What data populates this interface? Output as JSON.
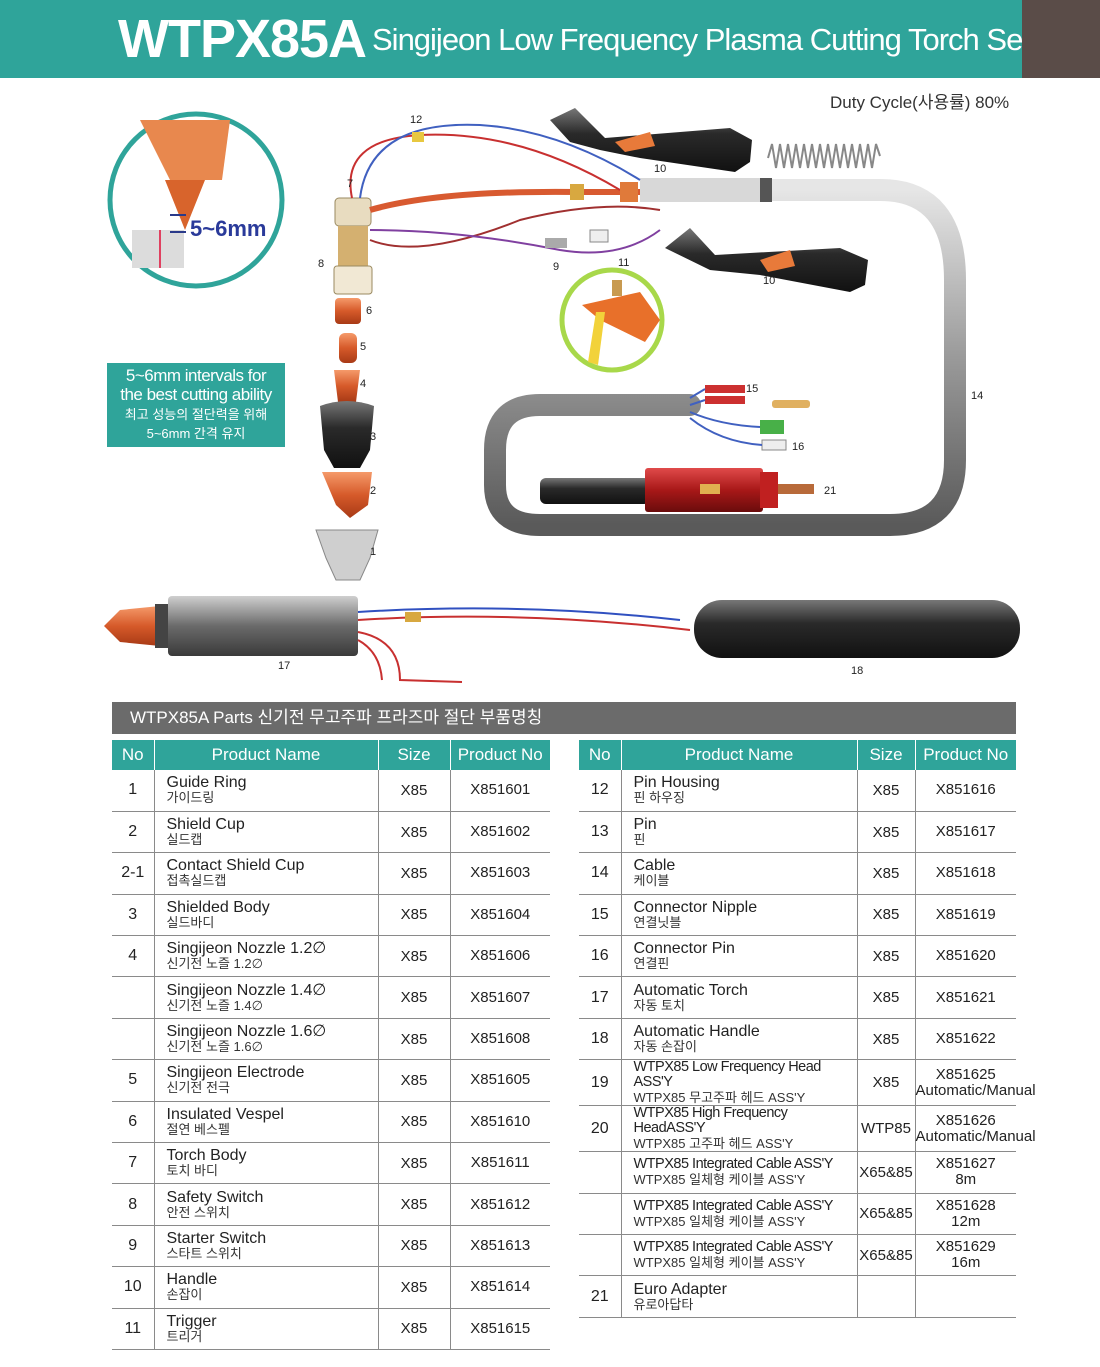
{
  "header": {
    "model": "WTPX85A",
    "subtitle": "Singijeon Low Frequency Plasma Cutting Torch Set",
    "accent_color": "#2fa49a",
    "dark_color": "#5a4c48"
  },
  "duty_cycle": "Duty Cycle(사용률) 80%",
  "diagram": {
    "gap_label": "5~6mm",
    "info_en_1": "5~6mm intervals for",
    "info_en_2": "the best cutting ability",
    "info_kr_1": "최고 성능의 절단력을 위해",
    "info_kr_2": "5~6mm 간격 유지",
    "callouts": [
      "1",
      "2",
      "3",
      "4",
      "5",
      "6",
      "7",
      "8",
      "9",
      "10",
      "10",
      "11",
      "12",
      "14",
      "15",
      "16",
      "17",
      "18",
      "21"
    ]
  },
  "section_title": "WTPX85A Parts 신기전 무고주파  프라즈마 절단 부품명칭",
  "table_headers": {
    "no": "No",
    "name": "Product Name",
    "size": "Size",
    "pno": "Product No"
  },
  "left_rows": [
    {
      "no": "1",
      "en": "Guide Ring",
      "kr": "가이드링",
      "size": "X85",
      "pno": "X851601",
      "pno2": ""
    },
    {
      "no": "2",
      "en": "Shield Cup",
      "kr": "실드캡",
      "size": "X85",
      "pno": "X851602",
      "pno2": ""
    },
    {
      "no": "2-1",
      "en": "Contact Shield Cup",
      "kr": "접촉실드캡",
      "size": "X85",
      "pno": "X851603",
      "pno2": ""
    },
    {
      "no": "3",
      "en": "Shielded Body",
      "kr": "실드바디",
      "size": "X85",
      "pno": "X851604",
      "pno2": ""
    },
    {
      "no": "4",
      "en": "Singijeon Nozzle 1.2∅",
      "kr": "신기전  노즐 1.2∅",
      "size": "X85",
      "pno": "X851606",
      "pno2": ""
    },
    {
      "no": "",
      "en": "Singijeon Nozzle 1.4∅",
      "kr": "신기전  노즐 1.4∅",
      "size": "X85",
      "pno": "X851607",
      "pno2": ""
    },
    {
      "no": "",
      "en": "Singijeon Nozzle 1.6∅",
      "kr": "신기전  노즐 1.6∅",
      "size": "X85",
      "pno": "X851608",
      "pno2": ""
    },
    {
      "no": "5",
      "en": "Singijeon Electrode",
      "kr": "신기전  전극",
      "size": "X85",
      "pno": "X851605",
      "pno2": ""
    },
    {
      "no": "6",
      "en": "Insulated Vespel",
      "kr": "절연 베스펠",
      "size": "X85",
      "pno": "X851610",
      "pno2": ""
    },
    {
      "no": "7",
      "en": "Torch Body",
      "kr": "토치 바디",
      "size": "X85",
      "pno": "X851611",
      "pno2": ""
    },
    {
      "no": "8",
      "en": "Safety Switch",
      "kr": "안전 스위치",
      "size": "X85",
      "pno": "X851612",
      "pno2": ""
    },
    {
      "no": "9",
      "en": "Starter Switch",
      "kr": "스타트 스위치",
      "size": "X85",
      "pno": "X851613",
      "pno2": ""
    },
    {
      "no": "10",
      "en": "Handle",
      "kr": "손잡이",
      "size": "X85",
      "pno": "X851614",
      "pno2": ""
    },
    {
      "no": "11",
      "en": "Trigger",
      "kr": "트리거",
      "size": "X85",
      "pno": "X851615",
      "pno2": ""
    }
  ],
  "right_rows": [
    {
      "no": "12",
      "en": "Pin Housing",
      "kr": "핀 하우징",
      "size": "X85",
      "pno": "X851616",
      "pno2": "",
      "small": false
    },
    {
      "no": "13",
      "en": "Pin",
      "kr": "핀",
      "size": "X85",
      "pno": "X851617",
      "pno2": "",
      "small": false
    },
    {
      "no": "14",
      "en": "Cable",
      "kr": "케이블",
      "size": "X85",
      "pno": "X851618",
      "pno2": "",
      "small": false
    },
    {
      "no": "15",
      "en": "Connector Nipple",
      "kr": "연결닛블",
      "size": "X85",
      "pno": "X851619",
      "pno2": "",
      "small": false
    },
    {
      "no": "16",
      "en": "Connector Pin",
      "kr": "연결핀",
      "size": "X85",
      "pno": "X851620",
      "pno2": "",
      "small": false
    },
    {
      "no": "17",
      "en": "Automatic Torch",
      "kr": "자동 토치",
      "size": "X85",
      "pno": "X851621",
      "pno2": "",
      "small": false
    },
    {
      "no": "18",
      "en": "Automatic Handle",
      "kr": "자동 손잡이",
      "size": "X85",
      "pno": "X851622",
      "pno2": "",
      "small": false
    },
    {
      "no": "19",
      "en": "WTPX85 Low Frequency Head ASS'Y",
      "kr": "WTPX85 무고주파 헤드 ASS'Y",
      "size": "X85",
      "pno": "X851625",
      "pno2": "Automatic/Manual",
      "small": true
    },
    {
      "no": "20",
      "en": "WTPX85 High Frequency HeadASS'Y",
      "kr": "WTPX85  고주파 헤드 ASS'Y",
      "size": "WTP85",
      "pno": "X851626",
      "pno2": "Automatic/Manual",
      "small": true
    },
    {
      "no": "",
      "en": "WTPX85 Integrated Cable ASS'Y",
      "kr": "WTPX85 일체형 케이블 ASS'Y",
      "size": "X65&85",
      "pno": "X851627",
      "pno2": "8m",
      "small": true
    },
    {
      "no": "",
      "en": "WTPX85 Integrated Cable ASS'Y",
      "kr": "WTPX85 일체형 케이블 ASS'Y",
      "size": "X65&85",
      "pno": "X851628",
      "pno2": "12m",
      "small": true
    },
    {
      "no": "",
      "en": "WTPX85 Integrated Cable ASS'Y",
      "kr": "WTPX85 일체형 케이블 ASS'Y",
      "size": "X65&85",
      "pno": "X851629",
      "pno2": "16m",
      "small": true
    },
    {
      "no": "21",
      "en": "Euro Adapter",
      "kr": "유로아답타",
      "size": "",
      "pno": "",
      "pno2": "",
      "small": false
    }
  ]
}
